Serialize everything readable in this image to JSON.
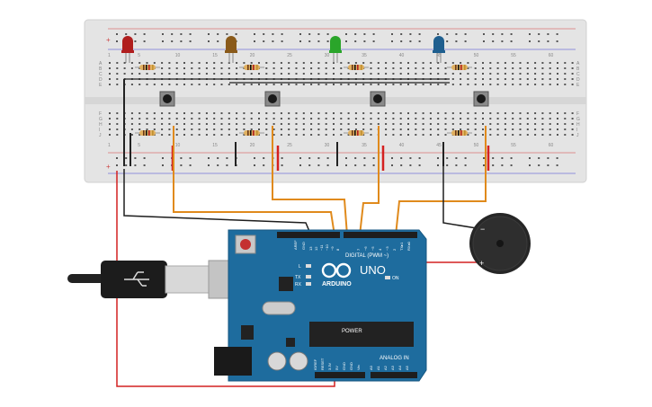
{
  "breadboard": {
    "row_letters_top": [
      "A",
      "B",
      "C",
      "D",
      "E"
    ],
    "row_letters_bottom": [
      "F",
      "G",
      "H",
      "I",
      "J"
    ],
    "column_numbers": [
      "1",
      "5",
      "10",
      "15",
      "20",
      "25",
      "30",
      "35",
      "40",
      "45",
      "50",
      "55",
      "60"
    ],
    "rail_plus": "+",
    "rail_minus": "−"
  },
  "leds": [
    {
      "color_name": "red",
      "color": "#b01e1e"
    },
    {
      "color_name": "orange",
      "color": "#8a5a1a"
    },
    {
      "color_name": "green",
      "color": "#2aa52a"
    },
    {
      "color_name": "blue",
      "color": "#1f5f8f"
    }
  ],
  "buttons": [
    "button-1",
    "button-2",
    "button-3",
    "button-4"
  ],
  "buzzer": {
    "minus": "−",
    "plus": "+"
  },
  "arduino": {
    "brand": "ARDUINO",
    "model": "UNO",
    "on_label": "ON",
    "tx_label": "TX",
    "rx_label": "RX",
    "l_label": "L",
    "digital_label": "DIGITAL (PWM ~)",
    "power_label": "POWER",
    "analog_label": "ANALOG IN",
    "aref_label": "AREF",
    "gnd_label": "GND",
    "digital_pins": [
      "13",
      "12",
      "~11",
      "~10",
      "~9",
      "8",
      "7",
      "~6",
      "~5",
      "4",
      "~3",
      "2",
      "TX▸1",
      "RX◂0"
    ],
    "power_pins": [
      "IOREF",
      "RESET",
      "3.3V",
      "5V",
      "GND",
      "GND",
      "Vin"
    ],
    "analog_pins": [
      "A0",
      "A1",
      "A2",
      "A3",
      "A4",
      "A5"
    ]
  },
  "colors": {
    "board_blue": "#1e6c9e",
    "breadboard": "#e6e6e6",
    "wire_red": "#d42020",
    "wire_orange": "#e08a1c",
    "wire_black": "#1e1e1e"
  }
}
